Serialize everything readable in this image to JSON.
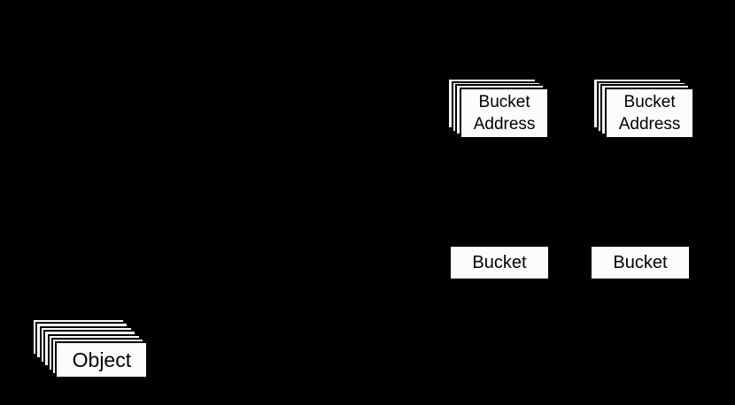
{
  "diagram": {
    "colors": {
      "background": "#000000",
      "card_fill": "#fcfcfc",
      "card_border": "#000000",
      "text": "#000000"
    },
    "bucket_address_stacks": [
      {
        "line1": "Bucket",
        "line2": "Address"
      },
      {
        "line1": "Bucket",
        "line2": "Address"
      }
    ],
    "buckets": [
      {
        "label": "Bucket"
      },
      {
        "label": "Bucket"
      }
    ],
    "object_stack": {
      "label": "Object"
    }
  }
}
